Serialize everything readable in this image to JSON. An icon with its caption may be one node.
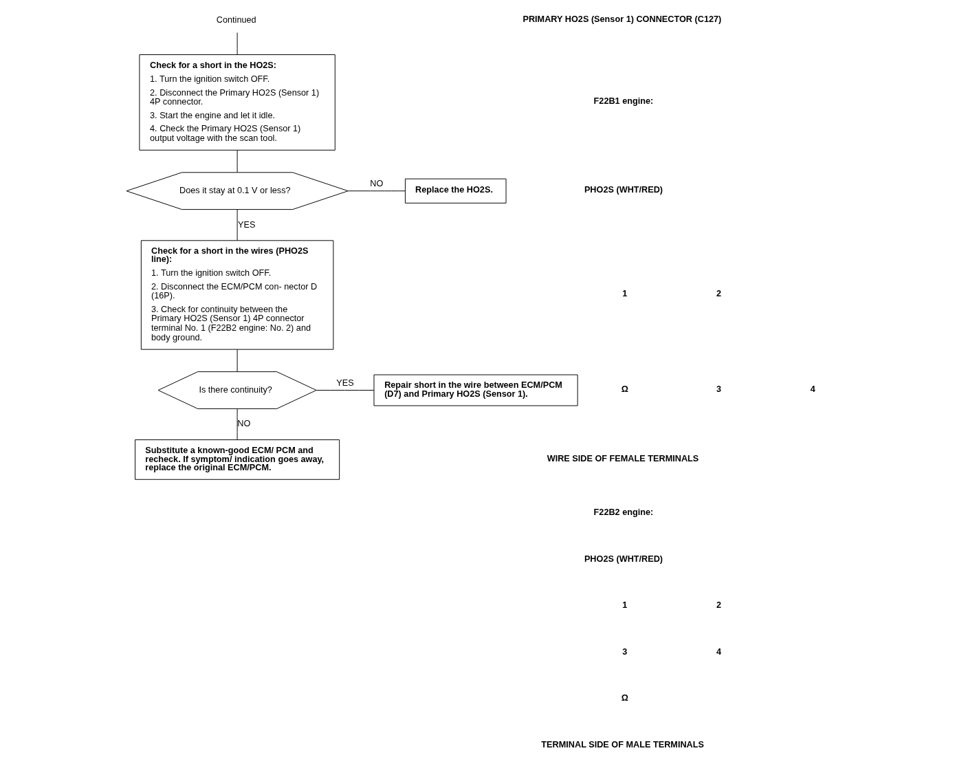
{
  "diagram": {
    "nodes": [
      {
        "text": [
          "Continued"
        ]
      },
      {
        "text": [
          "Check for a short in the HO2S:",
          "1. Turn the ignition switch OFF.",
          "2. Disconnect the Primary HO2S (Sensor 1) 4P connector.",
          "3. Start the engine and let it idle.",
          "4. Check the Primary HO2S (Sensor 1) output voltage with the scan tool."
        ]
      },
      {
        "text": [
          "Does it stay at 0.1 V or less?"
        ]
      },
      {
        "text": [
          "Replace the HO2S."
        ]
      },
      {
        "text": [
          "Check for a short in the wires (PHO2S line):",
          "1. Turn the ignition switch OFF.",
          "2. Disconnect the ECM/PCM con- nector D (16P).",
          "3. Check for continuity between the Primary HO2S (Sensor 1) 4P connector terminal No. 1 (F22B2 engine: No. 2) and body ground."
        ]
      },
      {
        "text": [
          "Is there continuity?"
        ]
      },
      {
        "text": [
          "Repair short in the wire between ECM/PCM (D7) and Primary HO2S (Sensor 1)."
        ]
      },
      {
        "text": [
          "Substitute a known-good ECM/ PCM and recheck. If symptom/ indication goes away, replace the original ECM/PCM."
        ]
      }
    ],
    "edges": [
      {
        "from": 0,
        "to": 1,
        "arrow": "none"
      },
      {
        "from": 1,
        "to": 2,
        "arrow": "none"
      },
      {
        "from": 2,
        "to": 3,
        "arrow": "none",
        "label": "NO"
      },
      {
        "from": 2,
        "to": 4,
        "arrow": "none",
        "label": "YES"
      },
      {
        "from": 4,
        "to": 5,
        "arrow": "none"
      },
      {
        "from": 5,
        "to": 6,
        "arrow": "none",
        "label": "YES"
      },
      {
        "from": 5,
        "to": 7,
        "arrow": "none",
        "label": "NO"
      }
    ],
    "labels": [
      "PRIMARY HO2S (Sensor 1) CONNECTOR (C127)",
      "F22B1 engine:",
      "PHO2S (WHT/RED)",
      "1",
      "2",
      "Ω",
      "3",
      "4",
      "WIRE SIDE OF FEMALE TERMINALS",
      "F22B2 engine:",
      "PHO2S (WHT/RED)",
      "1",
      "2",
      "3",
      "4",
      "Ω",
      "TERMINAL SIDE OF MALE TERMINALS"
    ]
  }
}
